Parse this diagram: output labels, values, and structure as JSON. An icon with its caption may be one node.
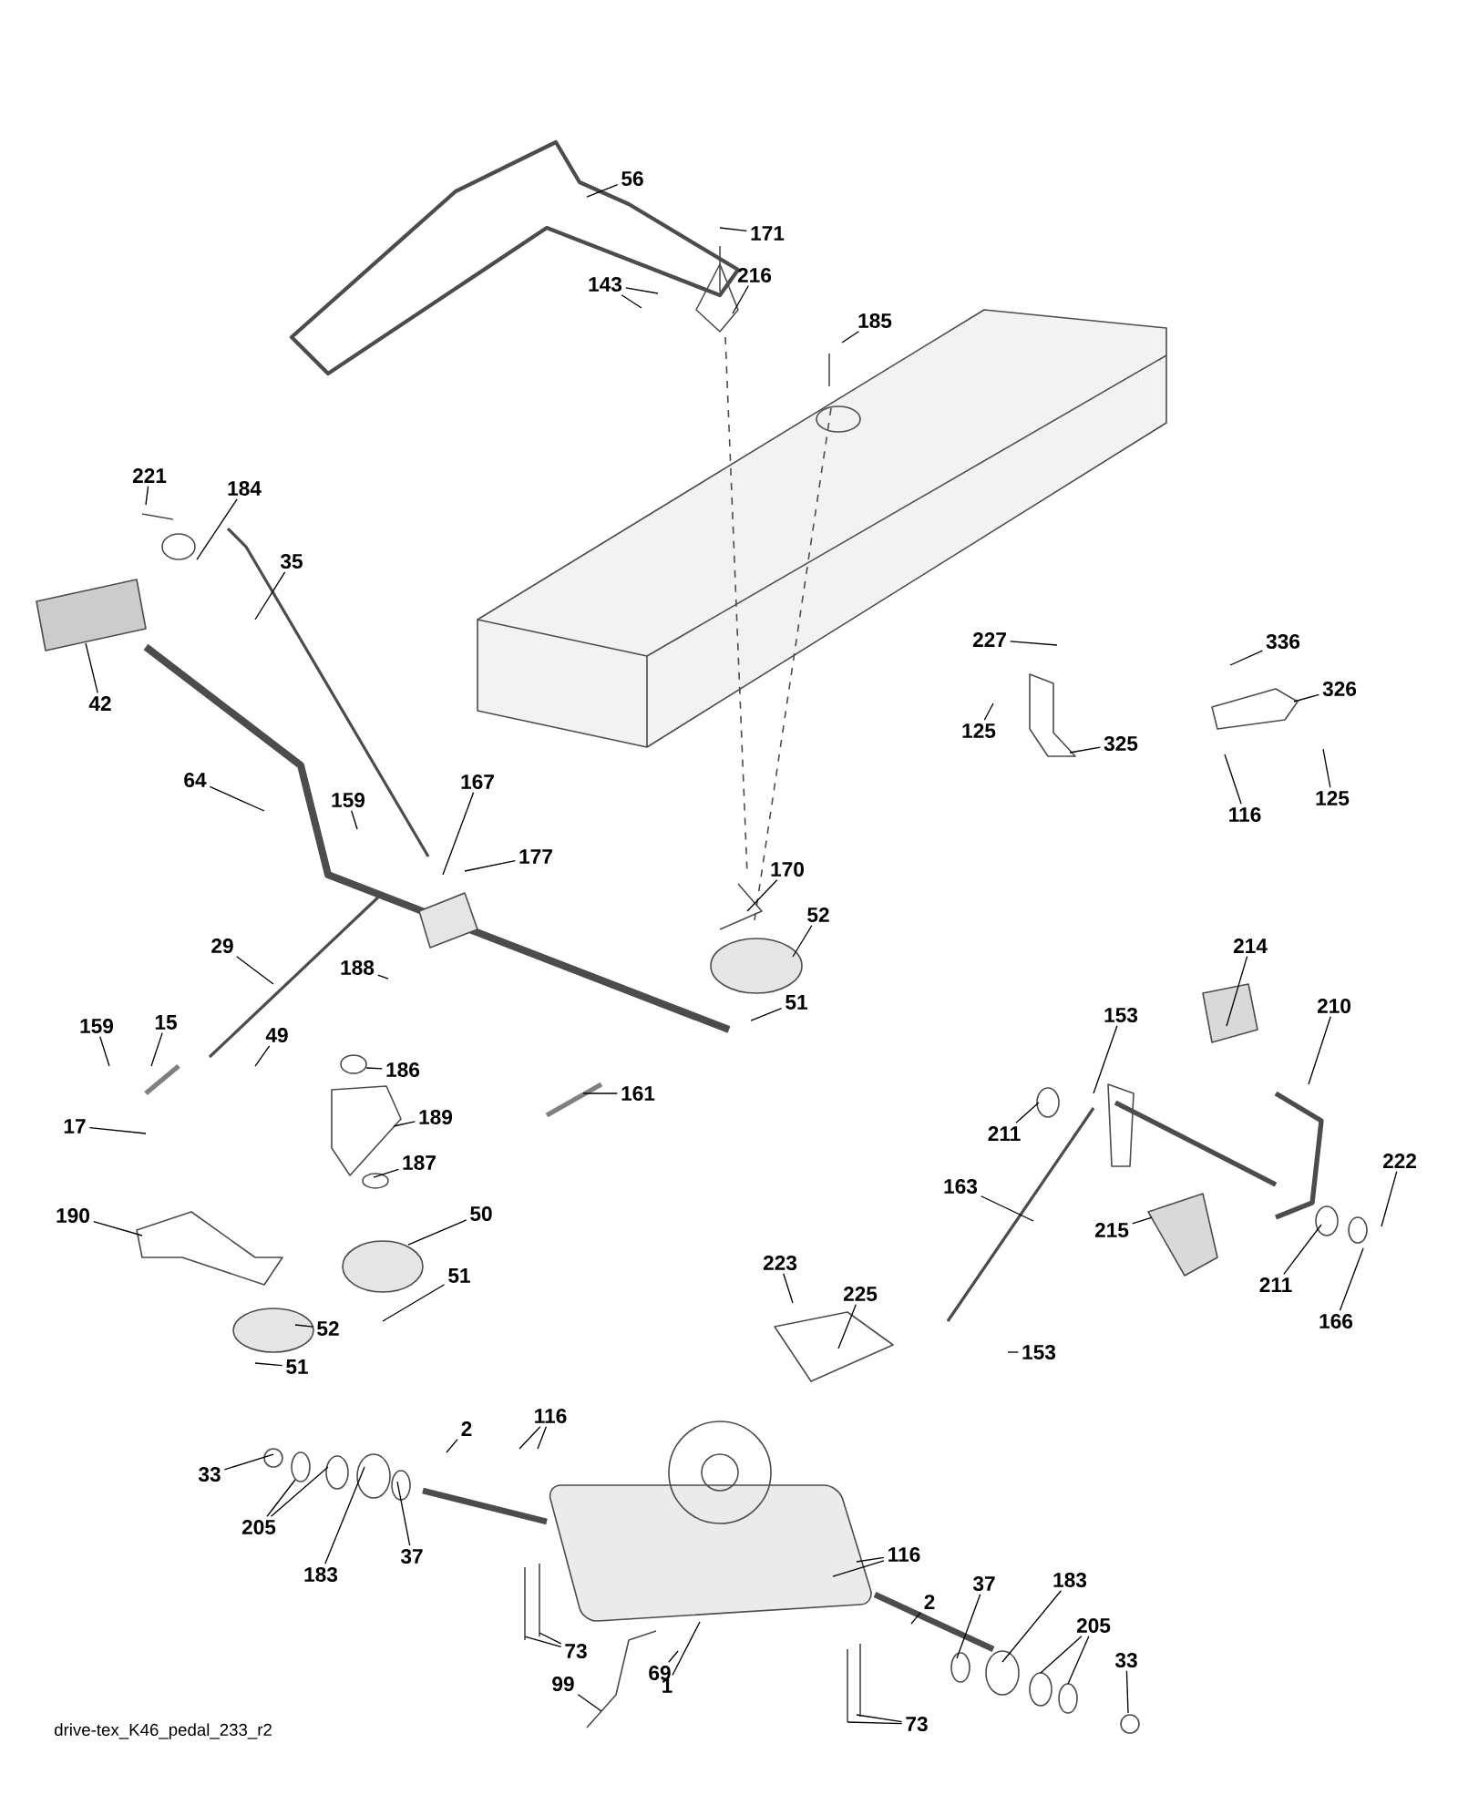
{
  "diagram": {
    "nodes": [
      {
        "text": [
          "56"
        ]
      },
      {
        "text": [
          "171"
        ]
      },
      {
        "text": [
          "143"
        ]
      },
      {
        "text": [
          "216"
        ]
      },
      {
        "text": [
          "185"
        ]
      },
      {
        "text": [
          "221"
        ]
      },
      {
        "text": [
          "184"
        ]
      },
      {
        "text": [
          "35"
        ]
      },
      {
        "text": [
          "42"
        ]
      },
      {
        "text": [
          "64"
        ]
      },
      {
        "text": [
          "159"
        ]
      },
      {
        "text": [
          "167"
        ]
      },
      {
        "text": [
          "177"
        ]
      },
      {
        "text": [
          "29"
        ]
      },
      {
        "text": [
          "188"
        ]
      },
      {
        "text": [
          "159"
        ]
      },
      {
        "text": [
          "15"
        ]
      },
      {
        "text": [
          "49"
        ]
      },
      {
        "text": [
          "186"
        ]
      },
      {
        "text": [
          "189"
        ]
      },
      {
        "text": [
          "17"
        ]
      },
      {
        "text": [
          "187"
        ]
      },
      {
        "text": [
          "161"
        ]
      },
      {
        "text": [
          "190"
        ]
      },
      {
        "text": [
          "50"
        ]
      },
      {
        "text": [
          "51"
        ]
      },
      {
        "text": [
          "52"
        ]
      },
      {
        "text": [
          "51"
        ]
      },
      {
        "text": [
          "170"
        ]
      },
      {
        "text": [
          "52"
        ]
      },
      {
        "text": [
          "51"
        ]
      },
      {
        "text": [
          "227"
        ]
      },
      {
        "text": [
          "125"
        ]
      },
      {
        "text": [
          "325"
        ]
      },
      {
        "text": [
          "336"
        ]
      },
      {
        "text": [
          "326"
        ]
      },
      {
        "text": [
          "116"
        ]
      },
      {
        "text": [
          "125"
        ]
      },
      {
        "text": [
          "214"
        ]
      },
      {
        "text": [
          "210"
        ]
      },
      {
        "text": [
          "153"
        ]
      },
      {
        "text": [
          "211"
        ]
      },
      {
        "text": [
          "163"
        ]
      },
      {
        "text": [
          "215"
        ]
      },
      {
        "text": [
          "222"
        ]
      },
      {
        "text": [
          "211"
        ]
      },
      {
        "text": [
          "166"
        ]
      },
      {
        "text": [
          "153"
        ]
      },
      {
        "text": [
          "223"
        ]
      },
      {
        "text": [
          "225"
        ]
      },
      {
        "text": [
          "33"
        ]
      },
      {
        "text": [
          "205"
        ]
      },
      {
        "text": [
          "183"
        ]
      },
      {
        "text": [
          "37"
        ]
      },
      {
        "text": [
          "2"
        ]
      },
      {
        "text": [
          "116"
        ]
      },
      {
        "text": [
          "116"
        ]
      },
      {
        "text": [
          "73"
        ]
      },
      {
        "text": [
          "99"
        ]
      },
      {
        "text": [
          "69"
        ]
      },
      {
        "text": [
          "1"
        ]
      },
      {
        "text": [
          "2"
        ]
      },
      {
        "text": [
          "37"
        ]
      },
      {
        "text": [
          "183"
        ]
      },
      {
        "text": [
          "205"
        ]
      },
      {
        "text": [
          "33"
        ]
      },
      {
        "text": [
          "73"
        ]
      }
    ],
    "edges": [
      {
        "from": 0,
        "to": null,
        "arrow": "none"
      },
      {
        "from": 1,
        "to": null,
        "arrow": "none"
      },
      {
        "from": 2,
        "to": null,
        "arrow": "none"
      },
      {
        "from": 2,
        "to": null,
        "arrow": "none"
      },
      {
        "from": 3,
        "to": null,
        "arrow": "none"
      },
      {
        "from": 4,
        "to": null,
        "arrow": "none"
      },
      {
        "from": 5,
        "to": null,
        "arrow": "none"
      },
      {
        "from": 6,
        "to": null,
        "arrow": "none"
      },
      {
        "from": 7,
        "to": null,
        "arrow": "none"
      },
      {
        "from": 8,
        "to": null,
        "arrow": "none"
      },
      {
        "from": 9,
        "to": null,
        "arrow": "none"
      },
      {
        "from": 10,
        "to": null,
        "arrow": "none"
      },
      {
        "from": 11,
        "to": null,
        "arrow": "none"
      },
      {
        "from": 12,
        "to": null,
        "arrow": "none"
      },
      {
        "from": 13,
        "to": null,
        "arrow": "none"
      },
      {
        "from": 14,
        "to": null,
        "arrow": "none"
      },
      {
        "from": 15,
        "to": null,
        "arrow": "none"
      },
      {
        "from": 16,
        "to": null,
        "arrow": "none"
      },
      {
        "from": 17,
        "to": null,
        "arrow": "none"
      },
      {
        "from": 18,
        "to": null,
        "arrow": "none"
      },
      {
        "from": 19,
        "to": null,
        "arrow": "none"
      },
      {
        "from": 20,
        "to": null,
        "arrow": "none"
      },
      {
        "from": 21,
        "to": null,
        "arrow": "none"
      },
      {
        "from": 22,
        "to": null,
        "arrow": "none"
      },
      {
        "from": 23,
        "to": null,
        "arrow": "none"
      },
      {
        "from": 24,
        "to": null,
        "arrow": "none"
      },
      {
        "from": 25,
        "to": null,
        "arrow": "none"
      },
      {
        "from": 26,
        "to": null,
        "arrow": "none"
      },
      {
        "from": 27,
        "to": null,
        "arrow": "none"
      },
      {
        "from": 28,
        "to": null,
        "arrow": "none"
      },
      {
        "from": 29,
        "to": null,
        "arrow": "none"
      },
      {
        "from": 30,
        "to": null,
        "arrow": "none"
      },
      {
        "from": 31,
        "to": null,
        "arrow": "none"
      },
      {
        "from": 32,
        "to": null,
        "arrow": "none"
      },
      {
        "from": 33,
        "to": null,
        "arrow": "none"
      },
      {
        "from": 34,
        "to": null,
        "arrow": "none"
      },
      {
        "from": 35,
        "to": null,
        "arrow": "none"
      },
      {
        "from": 36,
        "to": null,
        "arrow": "none"
      },
      {
        "from": 37,
        "to": null,
        "arrow": "none"
      },
      {
        "from": 38,
        "to": null,
        "arrow": "none"
      },
      {
        "from": 39,
        "to": null,
        "arrow": "none"
      },
      {
        "from": 40,
        "to": null,
        "arrow": "none"
      },
      {
        "from": 41,
        "to": null,
        "arrow": "none"
      },
      {
        "from": 42,
        "to": null,
        "arrow": "none"
      },
      {
        "from": 43,
        "to": null,
        "arrow": "none"
      },
      {
        "from": 44,
        "to": null,
        "arrow": "none"
      },
      {
        "from": 45,
        "to": null,
        "arrow": "none"
      },
      {
        "from": 46,
        "to": null,
        "arrow": "none"
      },
      {
        "from": 47,
        "to": null,
        "arrow": "none"
      },
      {
        "from": 48,
        "to": null,
        "arrow": "none"
      },
      {
        "from": 49,
        "to": null,
        "arrow": "none"
      },
      {
        "from": 50,
        "to": null,
        "arrow": "none"
      },
      {
        "from": 51,
        "to": null,
        "arrow": "none"
      },
      {
        "from": 51,
        "to": null,
        "arrow": "none"
      },
      {
        "from": 52,
        "to": null,
        "arrow": "none"
      },
      {
        "from": 53,
        "to": null,
        "arrow": "none"
      },
      {
        "from": 54,
        "to": null,
        "arrow": "none"
      },
      {
        "from": 55,
        "to": null,
        "arrow": "none"
      },
      {
        "from": 55,
        "to": null,
        "arrow": "none"
      },
      {
        "from": 56,
        "to": null,
        "arrow": "none"
      },
      {
        "from": 56,
        "to": null,
        "arrow": "none"
      },
      {
        "from": 57,
        "to": null,
        "arrow": "none"
      },
      {
        "from": 57,
        "to": null,
        "arrow": "none"
      },
      {
        "from": 58,
        "to": null,
        "arrow": "none"
      },
      {
        "from": 59,
        "to": null,
        "arrow": "none"
      },
      {
        "from": 60,
        "to": null,
        "arrow": "none"
      },
      {
        "from": 61,
        "to": null,
        "arrow": "none"
      },
      {
        "from": 62,
        "to": null,
        "arrow": "none"
      },
      {
        "from": 63,
        "to": null,
        "arrow": "none"
      },
      {
        "from": 64,
        "to": null,
        "arrow": "none"
      },
      {
        "from": 64,
        "to": null,
        "arrow": "none"
      },
      {
        "from": 65,
        "to": null,
        "arrow": "none"
      },
      {
        "from": 66,
        "to": null,
        "arrow": "none"
      },
      {
        "from": 66,
        "to": null,
        "arrow": "none"
      }
    ],
    "labels": [
      "drive-tex_K46_pedal_233_r2"
    ]
  }
}
